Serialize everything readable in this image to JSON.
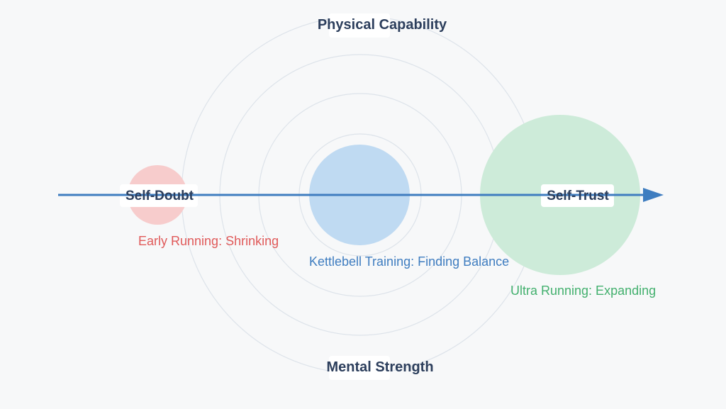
{
  "axes": {
    "top": "Physical Capability",
    "bottom": "Mental Strength",
    "left": "Self-Doubt",
    "right": "Self-Trust"
  },
  "stages": [
    {
      "label": "Early Running: Shrinking",
      "color": "#e05a5a",
      "fill": "#f7cccc"
    },
    {
      "label": "Kettlebell Training: Finding Balance",
      "color": "#3f7dc0",
      "fill": "#bfdaf2"
    },
    {
      "label": "Ultra Running: Expanding",
      "color": "#43b06e",
      "fill": "#cdebd9"
    }
  ],
  "colors": {
    "arrow": "#3f7dc0",
    "rings": "#dde3ea",
    "title": "#2c3e5c",
    "background": "#f7f8f9"
  }
}
